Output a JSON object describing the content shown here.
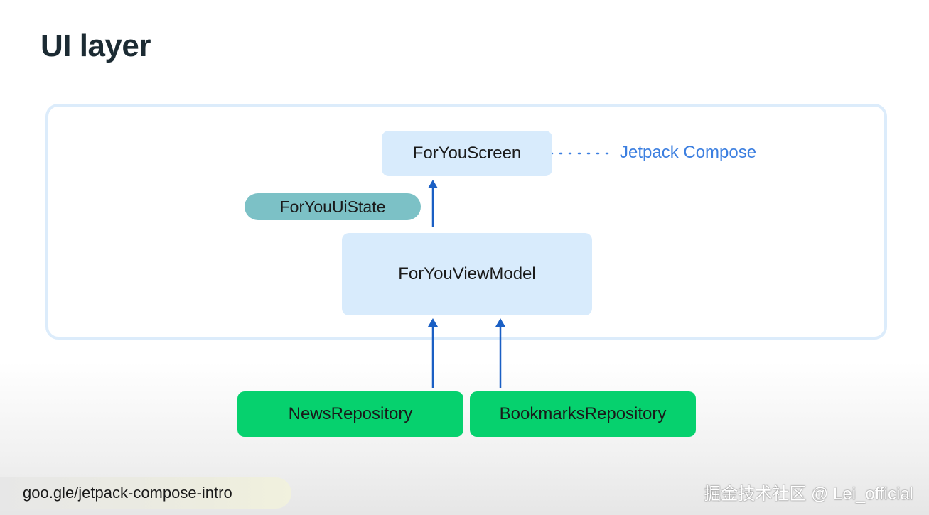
{
  "slide": {
    "title": "UI layer",
    "url": "goo.gle/jetpack-compose-intro",
    "watermark": "掘金技术社区 @ Lei_official"
  },
  "diagram": {
    "screen": "ForYouScreen",
    "annotation": "Jetpack Compose",
    "ui_state": "ForYouUiState",
    "view_model": "ForYouViewModel",
    "repositories": [
      "NewsRepository",
      "BookmarksRepository"
    ]
  },
  "colors": {
    "title_text": "#1c2b33",
    "frame_border": "#dcecfb",
    "light_box": "#d8ebfc",
    "ui_state_pill": "#7cc1c6",
    "repository_box": "#06d16e",
    "arrow": "#1a5fc4",
    "annotation_text": "#3c7fe0"
  }
}
